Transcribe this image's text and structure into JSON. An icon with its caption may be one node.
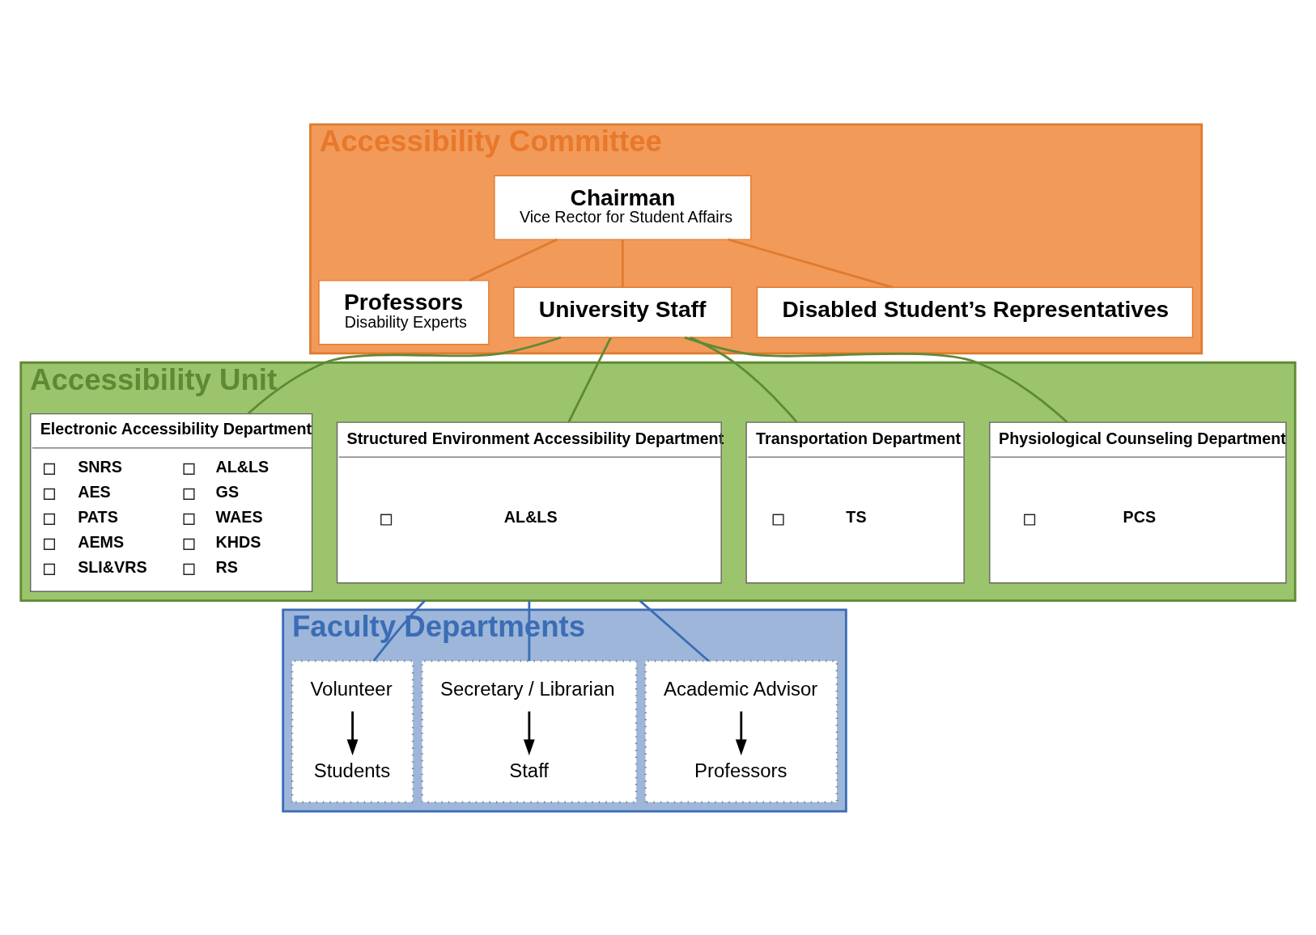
{
  "diagram": {
    "nodes": [
      {
        "text": [
          "Accessibility Committee"
        ]
      },
      {
        "text": [
          "Chairman",
          "Vice Rector for Student Affairs"
        ],
        "in": 0
      },
      {
        "text": [
          "Professors",
          "Disability Experts"
        ],
        "in": 0
      },
      {
        "text": [
          "University Staff"
        ],
        "in": 0
      },
      {
        "text": [
          "Disabled Student’s Representatives"
        ],
        "in": 0
      },
      {
        "text": [
          "Accessibility Unit"
        ]
      },
      {
        "text": [
          "Electronic Accessibility Department",
          "SNRS",
          "AES",
          "PATS",
          "AEMS",
          "SLI&VRS",
          "AL&LS",
          "GS",
          "WAES",
          "KHDS",
          "RS"
        ],
        "in": 5
      },
      {
        "text": [
          "Structured Environment Accessibility Department",
          "AL&LS"
        ],
        "in": 5
      },
      {
        "text": [
          "Transportation Department",
          "TS"
        ],
        "in": 5
      },
      {
        "text": [
          "Physiological Counseling Department",
          "PCS"
        ],
        "in": 5
      },
      {
        "text": [
          "Faculty Departments"
        ]
      },
      {
        "text": [],
        "shape": "box",
        "in": 10
      },
      {
        "text": [
          "Academic Advisor"
        ],
        "in": 11
      },
      {
        "text": [
          "Professors"
        ],
        "in": 11
      },
      {
        "text": [],
        "shape": "box",
        "in": 10
      },
      {
        "text": [
          "Secretary / Librarian"
        ],
        "in": 14
      },
      {
        "text": [
          "Staff"
        ],
        "in": 14
      },
      {
        "text": [],
        "shape": "box",
        "in": 10
      },
      {
        "text": [
          "Volunteer"
        ],
        "in": 17
      },
      {
        "text": [
          "Students"
        ],
        "in": 17
      }
    ],
    "edges": [
      {
        "from": 1,
        "to": 2,
        "arrow": "none",
        "color": "#e07b2e"
      },
      {
        "from": 1,
        "to": 3,
        "arrow": "none",
        "color": "#e07b2e"
      },
      {
        "from": 1,
        "to": 4,
        "arrow": "none",
        "color": "#e07b2e"
      },
      {
        "from": 3,
        "to": 6,
        "arrow": "none",
        "color": "#5f8a34"
      },
      {
        "from": 3,
        "to": 7,
        "arrow": "none",
        "color": "#5f8a34"
      },
      {
        "from": 3,
        "to": 8,
        "arrow": "none",
        "color": "#5f8a34"
      },
      {
        "from": 3,
        "to": 9,
        "arrow": "none",
        "color": "#5f8a34"
      },
      {
        "from": 5,
        "to": 11,
        "arrow": "none",
        "color": "#3a6db5"
      },
      {
        "from": 5,
        "to": 14,
        "arrow": "none",
        "color": "#3a6db5"
      },
      {
        "from": 5,
        "to": 17,
        "arrow": "none",
        "color": "#3a6db5"
      },
      {
        "from": 12,
        "to": 13,
        "arrow": "to",
        "color": "#000000"
      },
      {
        "from": 15,
        "to": 16,
        "arrow": "to",
        "color": "#000000"
      },
      {
        "from": 18,
        "to": 19,
        "arrow": "to",
        "color": "#000000"
      }
    ]
  }
}
